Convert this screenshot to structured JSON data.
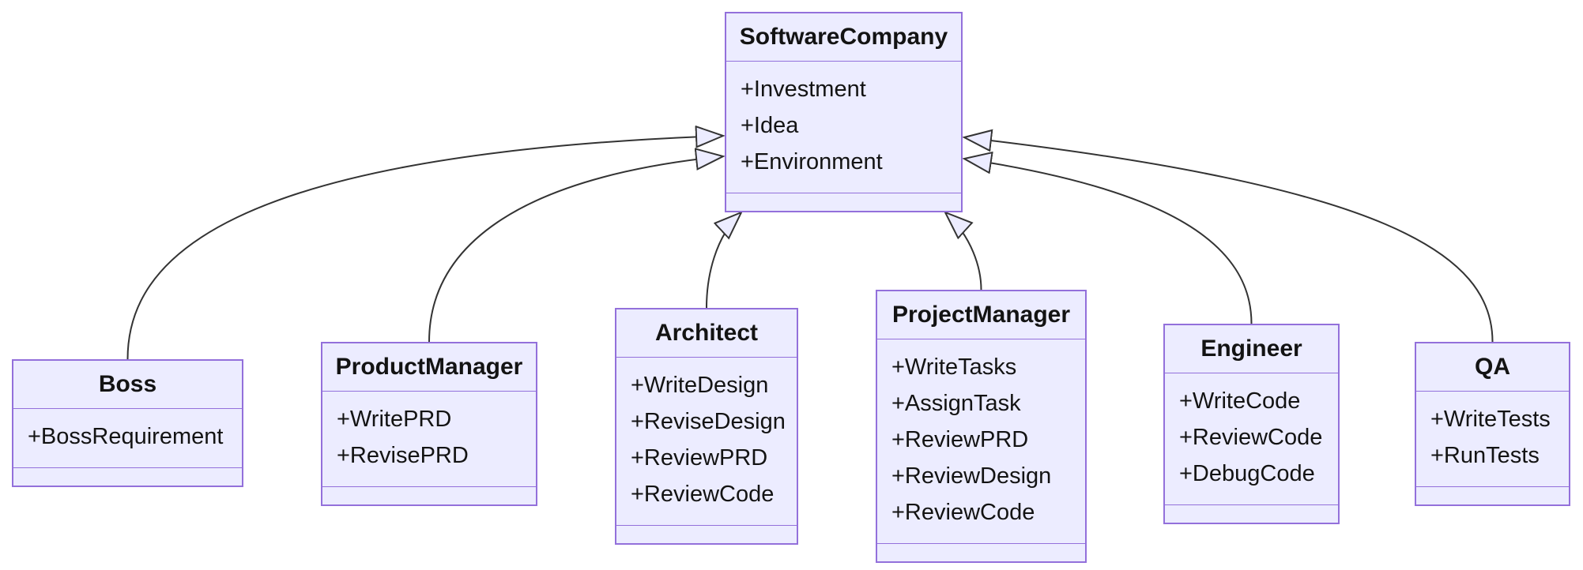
{
  "diagram": {
    "type": "uml-class-diagram",
    "classes": [
      {
        "id": "software-company",
        "name": "SoftwareCompany",
        "members": [
          "+Investment",
          "+Idea",
          "+Environment"
        ]
      },
      {
        "id": "boss",
        "name": "Boss",
        "members": [
          "+BossRequirement"
        ]
      },
      {
        "id": "product-manager",
        "name": "ProductManager",
        "members": [
          "+WritePRD",
          "+RevisePRD"
        ]
      },
      {
        "id": "architect",
        "name": "Architect",
        "members": [
          "+WriteDesign",
          "+ReviseDesign",
          "+ReviewPRD",
          "+ReviewCode"
        ]
      },
      {
        "id": "project-manager",
        "name": "ProjectManager",
        "members": [
          "+WriteTasks",
          "+AssignTask",
          "+ReviewPRD",
          "+ReviewDesign",
          "+ReviewCode"
        ]
      },
      {
        "id": "engineer",
        "name": "Engineer",
        "members": [
          "+WriteCode",
          "+ReviewCode",
          "+DebugCode"
        ]
      },
      {
        "id": "qa",
        "name": "QA",
        "members": [
          "+WriteTests",
          "+RunTests"
        ]
      }
    ],
    "relations": [
      {
        "from": "Boss",
        "to": "SoftwareCompany",
        "type": "inheritance"
      },
      {
        "from": "ProductManager",
        "to": "SoftwareCompany",
        "type": "inheritance"
      },
      {
        "from": "Architect",
        "to": "SoftwareCompany",
        "type": "inheritance"
      },
      {
        "from": "ProjectManager",
        "to": "SoftwareCompany",
        "type": "inheritance"
      },
      {
        "from": "Engineer",
        "to": "SoftwareCompany",
        "type": "inheritance"
      },
      {
        "from": "QA",
        "to": "SoftwareCompany",
        "type": "inheritance"
      }
    ],
    "colors": {
      "node_fill": "#ECECFF",
      "node_border": "#9370DB",
      "edge": "#333333",
      "text": "#131313",
      "background": "#FFFFFF"
    }
  }
}
